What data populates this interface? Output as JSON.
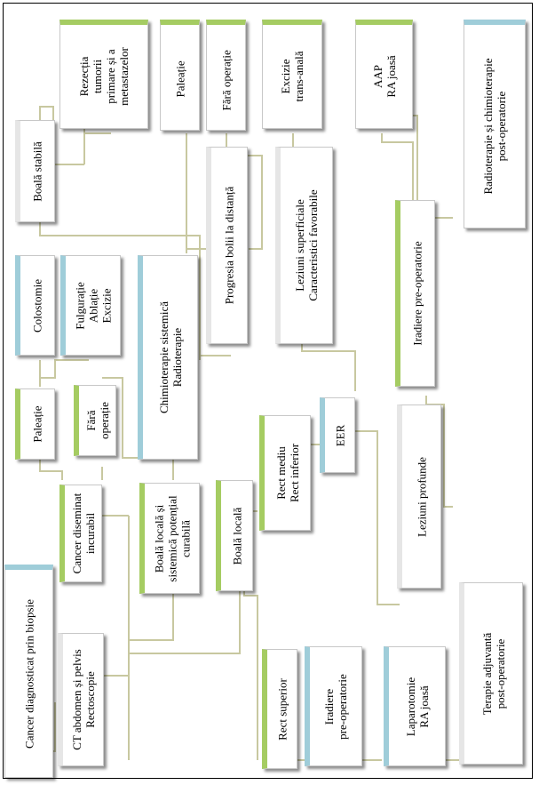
{
  "diagram": {
    "nodes": {
      "cancer_diagnosticat": "Cancer diagnosticat prin biopsie",
      "ct_abdomen": "CT abdomen și pelvis\nRectoscopie",
      "cancer_diseminat": "Cancer diseminat\nincurabil",
      "boala_locala_sistemica": "Boală locală și\nsistemică potențial\ncurabilă",
      "boala_locala": "Boală locală",
      "paleatie_1": "Paleație",
      "fara_operatie_1": "Fără\noperație",
      "colostomie": "Colostomie",
      "fulguratie": "Fulgurație\nAblație\nExcizie",
      "chimioterapie": "Chimioterapie sistemică\nRadioterapie",
      "boala_stabila": "Boală stabilă",
      "rezectia": "Rezecția\ntumorii\nprimare și a\nmetastazelor",
      "paleatie_2": "Paleație",
      "fara_operatie_2": "Fără operație",
      "progresia": "Progresia bolii la distanță",
      "excizie": "Excizie\ntrans-anală",
      "leziuni_superficiale": "Leziuni superficiale\nCaracteristici favorabile",
      "aap": "AAP\nRA joasă",
      "radio_chimio": "Radioterapie și chimioterapie\npost-operatorie",
      "iradiere_1": "Iradiere pre-operatorie",
      "rect_mediu": "Rect mediu\nRect inferior",
      "eer": "EER",
      "leziuni_profunde": "Leziuni profunde",
      "rect_superior": "Rect superior",
      "iradiere_2": "Iradiere\npre-operatorie",
      "laparotomie": "Laparotomie\nRA joasă",
      "terapie_adjuvanta": "Terapie adjuvantă\npost-operatorie"
    },
    "colors": {
      "green": "#a5cc62",
      "blue": "#9fcdd9",
      "grey": "#e6e6e6",
      "connector": "#c8c8a0"
    }
  }
}
